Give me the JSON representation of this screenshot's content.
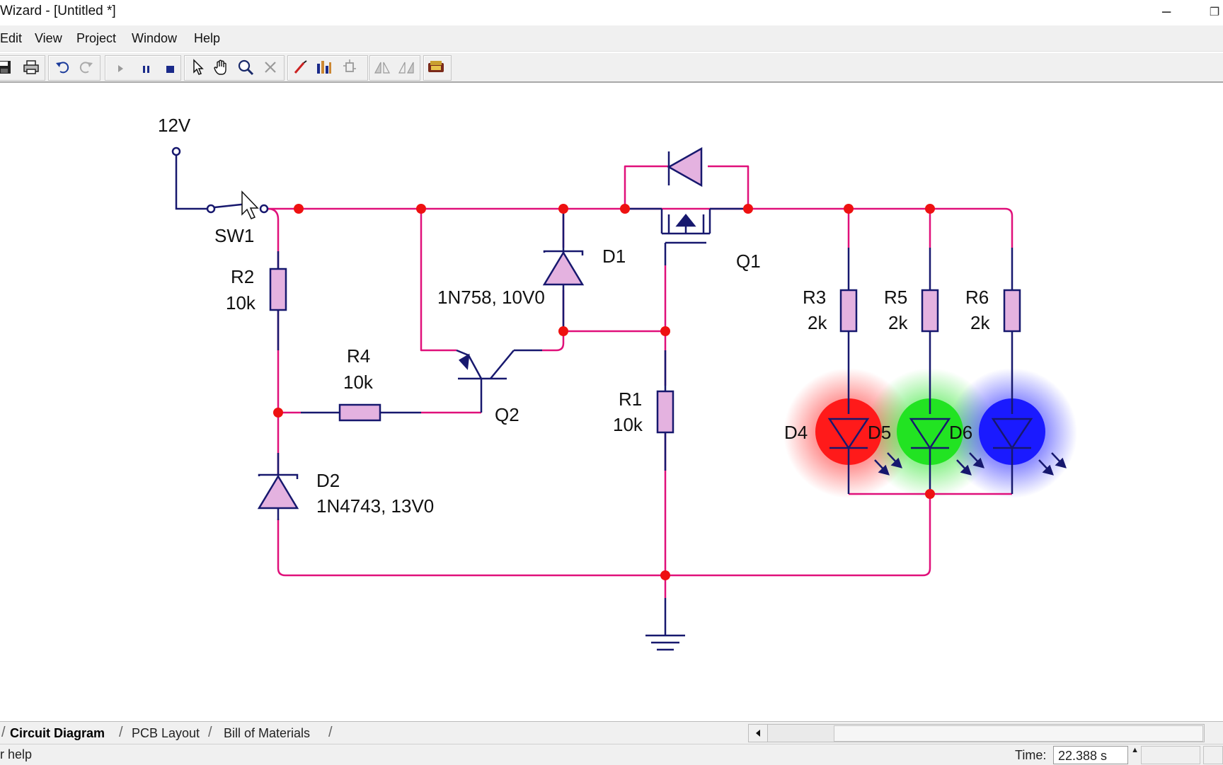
{
  "window": {
    "title": "Wizard - [Untitled *]",
    "minimize_glyph": "─",
    "restore_glyph": "❐"
  },
  "menu": {
    "items": [
      "Edit",
      "View",
      "Project",
      "Window",
      "Help"
    ]
  },
  "toolbar": {
    "buttons": [
      "save-icon",
      "print-icon",
      "undo-icon",
      "redo-icon",
      "run-icon",
      "pause-icon",
      "stop-icon",
      "pointer-icon",
      "hand-icon",
      "zoom-icon",
      "delete-icon",
      "probe-icon",
      "graph-icon",
      "component-icon",
      "flip-horizontal-icon",
      "flip-vertical-icon",
      "gallery-icon"
    ]
  },
  "circuit": {
    "wire_color": "#e0107a",
    "component_color": "#17186e",
    "node_color": "#ee1111",
    "component_fill": "#e4b2e0",
    "labels": {
      "supply": "12V",
      "sw1": "SW1",
      "r2_name": "R2",
      "r2_value": "10k",
      "r4_name": "R4",
      "r4_value": "10k",
      "r1_name": "R1",
      "r1_value": "10k",
      "d1_name": "D1",
      "d1_part": "1N758, 10V0",
      "d2_name": "D2",
      "d2_part": "1N4743, 13V0",
      "q1_name": "Q1",
      "q2_name": "Q2",
      "r3_name": "R3",
      "r3_value": "2k",
      "r5_name": "R5",
      "r5_value": "2k",
      "r6_name": "R6",
      "r6_value": "2k",
      "d4_name": "D4",
      "d5_name": "D5",
      "d6_name": "D6"
    },
    "led_colors": {
      "d4": "#ff1a1a",
      "d5": "#22e322",
      "d6": "#1a1aff"
    }
  },
  "tabs": {
    "items": [
      "Circuit Diagram",
      "PCB Layout",
      "Bill of Materials"
    ],
    "active": "Circuit Diagram"
  },
  "status": {
    "help_text": "r help",
    "time_label": "Time:",
    "time_value": "22.388 s"
  }
}
